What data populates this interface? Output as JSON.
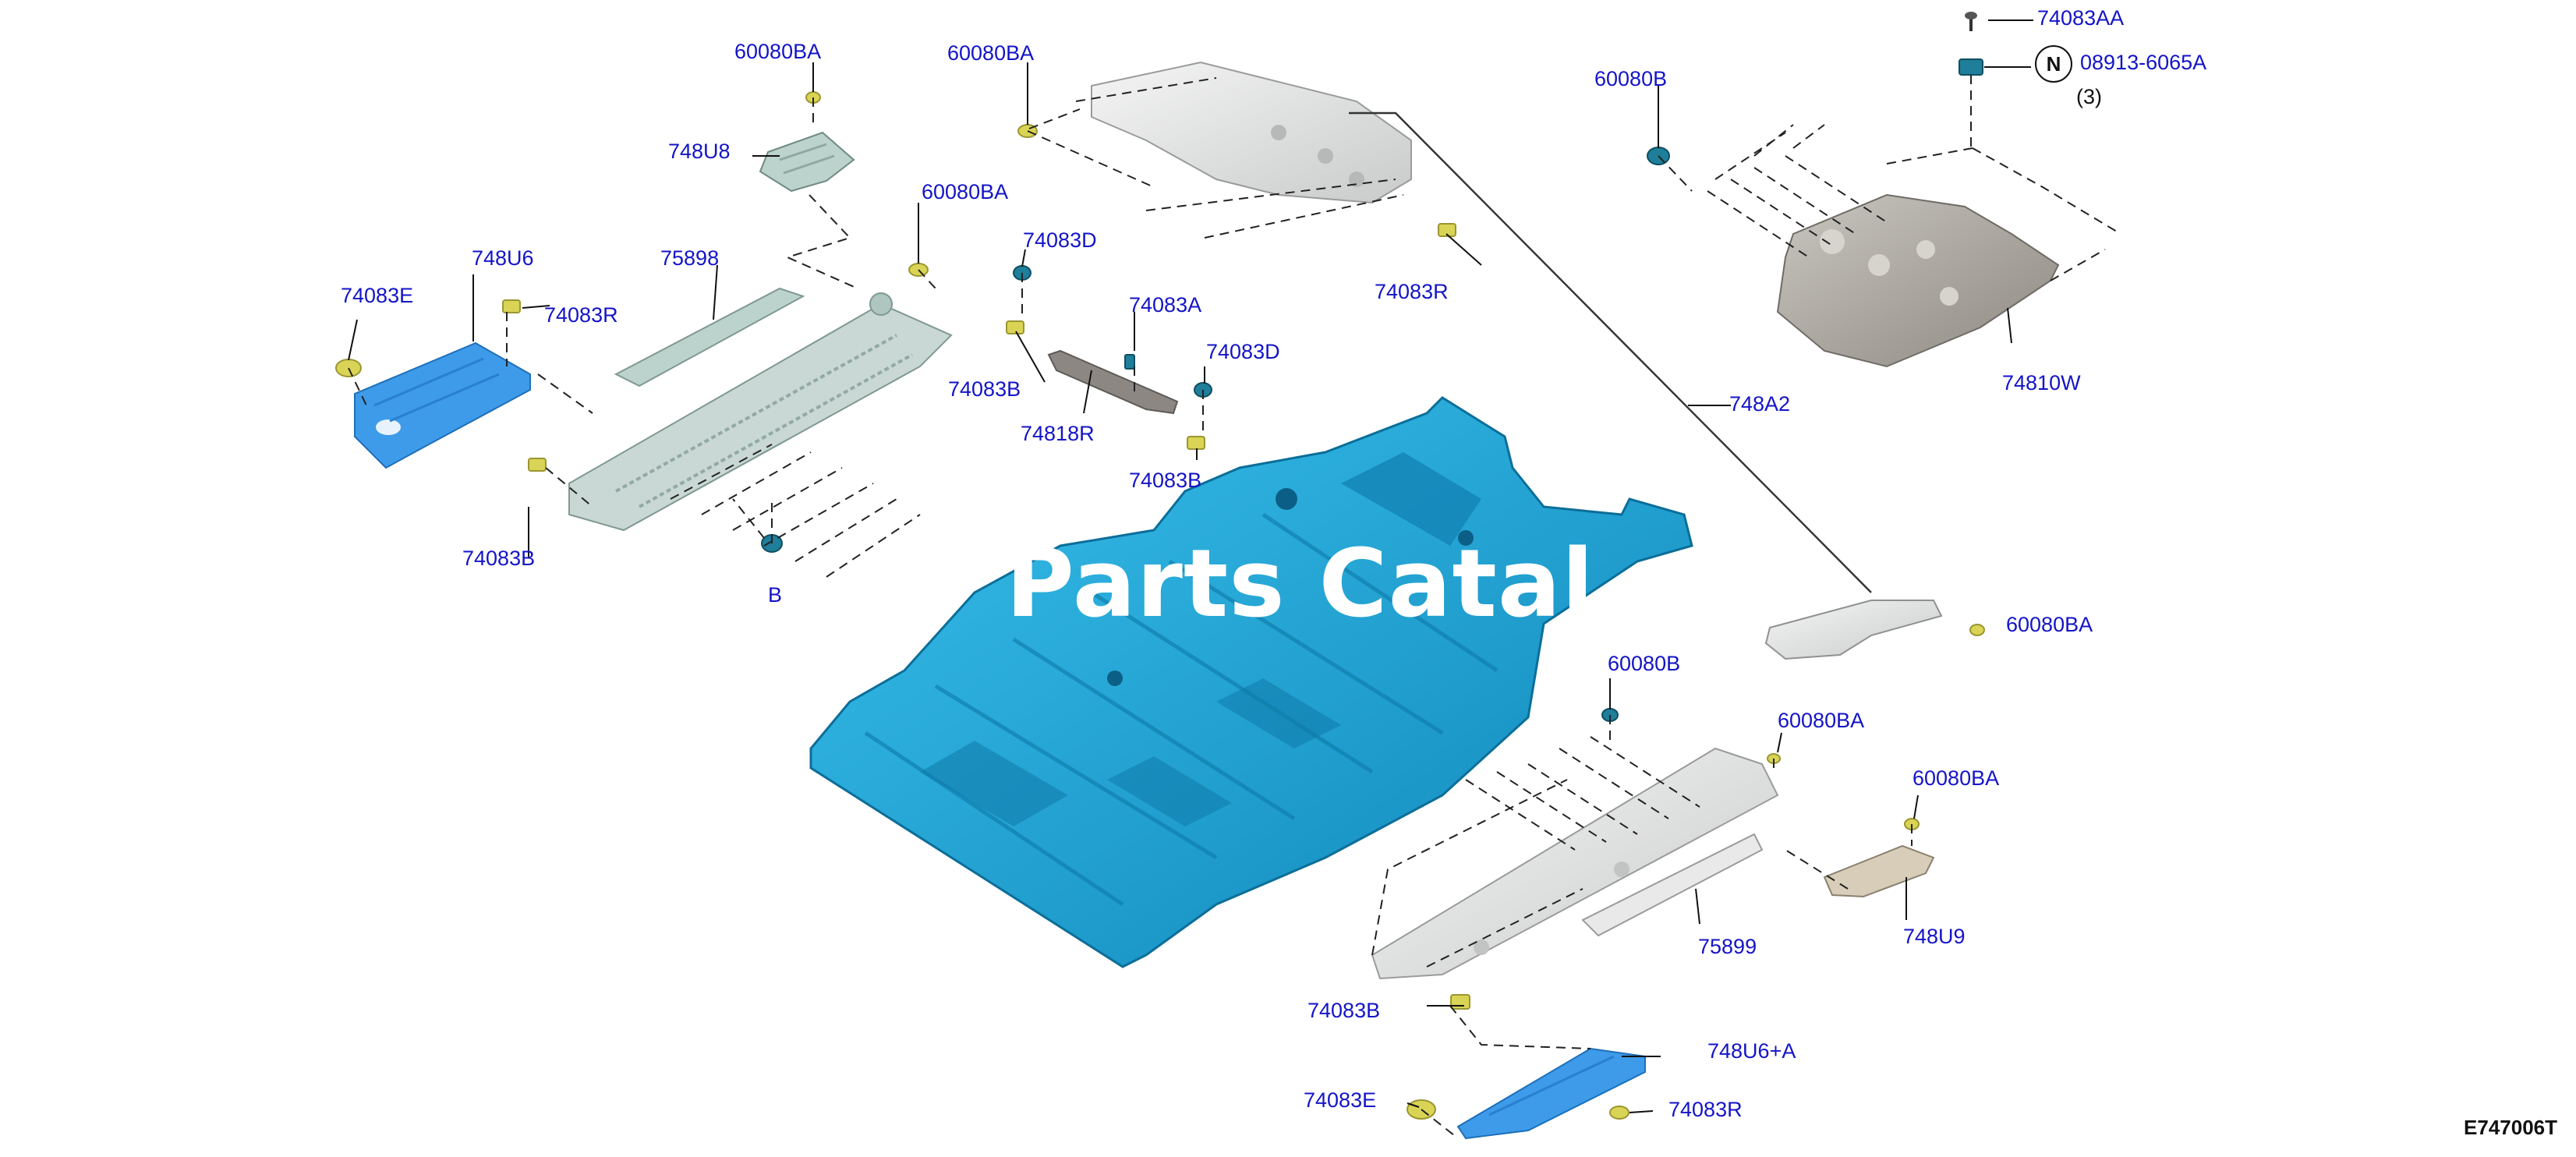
{
  "diagram": {
    "drawing_code": "E747006T",
    "watermark": "Parts Catal",
    "note_symbol": "N",
    "note_part": "08913-6065A",
    "note_qty": "(3)",
    "labels": {
      "l_74083AA": "74083AA",
      "l_60080BA_top1": "60080BA",
      "l_60080BA_top2": "60080BA",
      "l_748U8": "748U8",
      "l_60080BA_mid": "60080BA",
      "l_60080B_right": "60080B",
      "l_748U6": "748U6",
      "l_74083E_left": "74083E",
      "l_74083R_left": "74083R",
      "l_75898": "75898",
      "l_74083D_1": "74083D",
      "l_74083R_top": "74083R",
      "l_74083A": "74083A",
      "l_74083D_2": "74083D",
      "l_74083B_left": "74083B",
      "l_74818R": "74818R",
      "l_74083B_mid": "74083B",
      "l_74810W": "74810W",
      "l_748A2": "748A2",
      "l_74083B_lowleft": "74083B",
      "l_60080B_lowleft": "B",
      "l_60080BA_side": "60080BA",
      "l_60080B_low": "60080B",
      "l_60080BA_low1": "60080BA",
      "l_60080BA_low2": "60080BA",
      "l_75899": "75899",
      "l_748U9": "748U9",
      "l_74083B_bottom": "74083B",
      "l_748U6A": "748U6+A",
      "l_74083E_bottom": "74083E",
      "l_74083R_bottom": "74083R"
    },
    "colors": {
      "floor_pan": "#1aa3d6",
      "floor_pan_dark": "#0f7fb0",
      "blue_panel": "#3d9be9",
      "silver": "#dcdedd",
      "sage": "#bcd2cc",
      "grey_shield": "#a8a49d",
      "tan": "#d8cdb8",
      "clip_yellow": "#d9d455",
      "clip_teal": "#1f7e9a",
      "label_blue": "#1414c8"
    }
  }
}
